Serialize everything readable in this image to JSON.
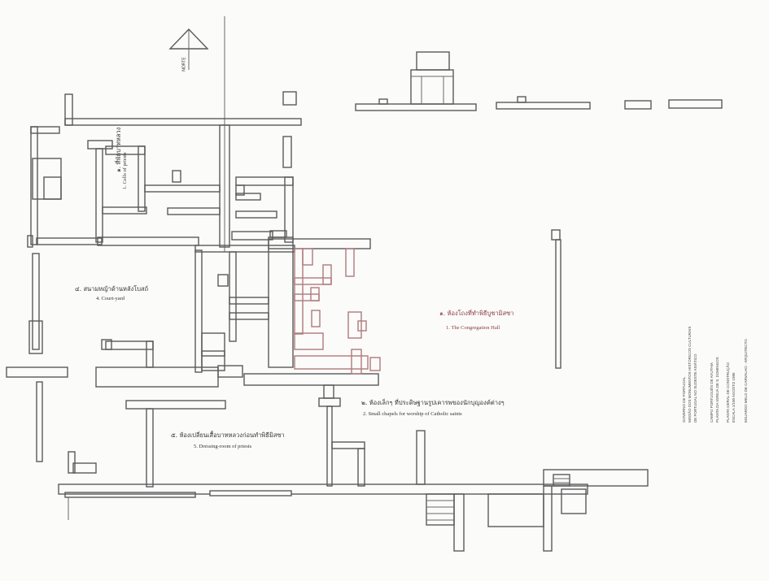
{
  "rooms": {
    "cells": {
      "th": "๑. ที่พักบาทหลวง",
      "en": "1. Cells of priests"
    },
    "courtyard": {
      "th": "๔. สนามหญ้าด้านหลังโบสถ์",
      "en": "4. Court-yard"
    },
    "hall": {
      "th": "๑. ห้องโถงที่ทำพิธีบูชามิสซา",
      "en": "1. The Congregation Hall"
    },
    "chapels": {
      "th": "๒. ห้องเล็กๆ ที่ประดิษฐานรูปเคารพของนักบุญองค์ต่างๆ",
      "en": "2. Small chapels for worship of Catholic saints"
    },
    "dressing": {
      "th": "๕. ห้องเปลี่ยนเสื้อบาทหลวงก่อนทำพิธีมิสซา",
      "en": "5. Dressing-room of priests"
    }
  },
  "north": {
    "label": "NORTE"
  },
  "title_block": {
    "line1": "GOVERNO DE PORTUGAL",
    "line2": "MISSÃO DOS MONUMENTOS HISTÓRICOS CULTURAIS",
    "line3": "DE PORTUGAL NO SUDESTE ASIÁTICO",
    "line4": "CAMPO PORTUGUÊS DE AYUTHIA",
    "line5": "PLANTA DA IGREJA DE S. DOMINGOS",
    "line6": "PLANTA GERAL DE CONSTRUÇÃO",
    "line7": "ESCALA 1/100     AGOSTO 1986",
    "line8": "EDUARDO MELO DE CARVALHO · ARQUITECTO"
  }
}
